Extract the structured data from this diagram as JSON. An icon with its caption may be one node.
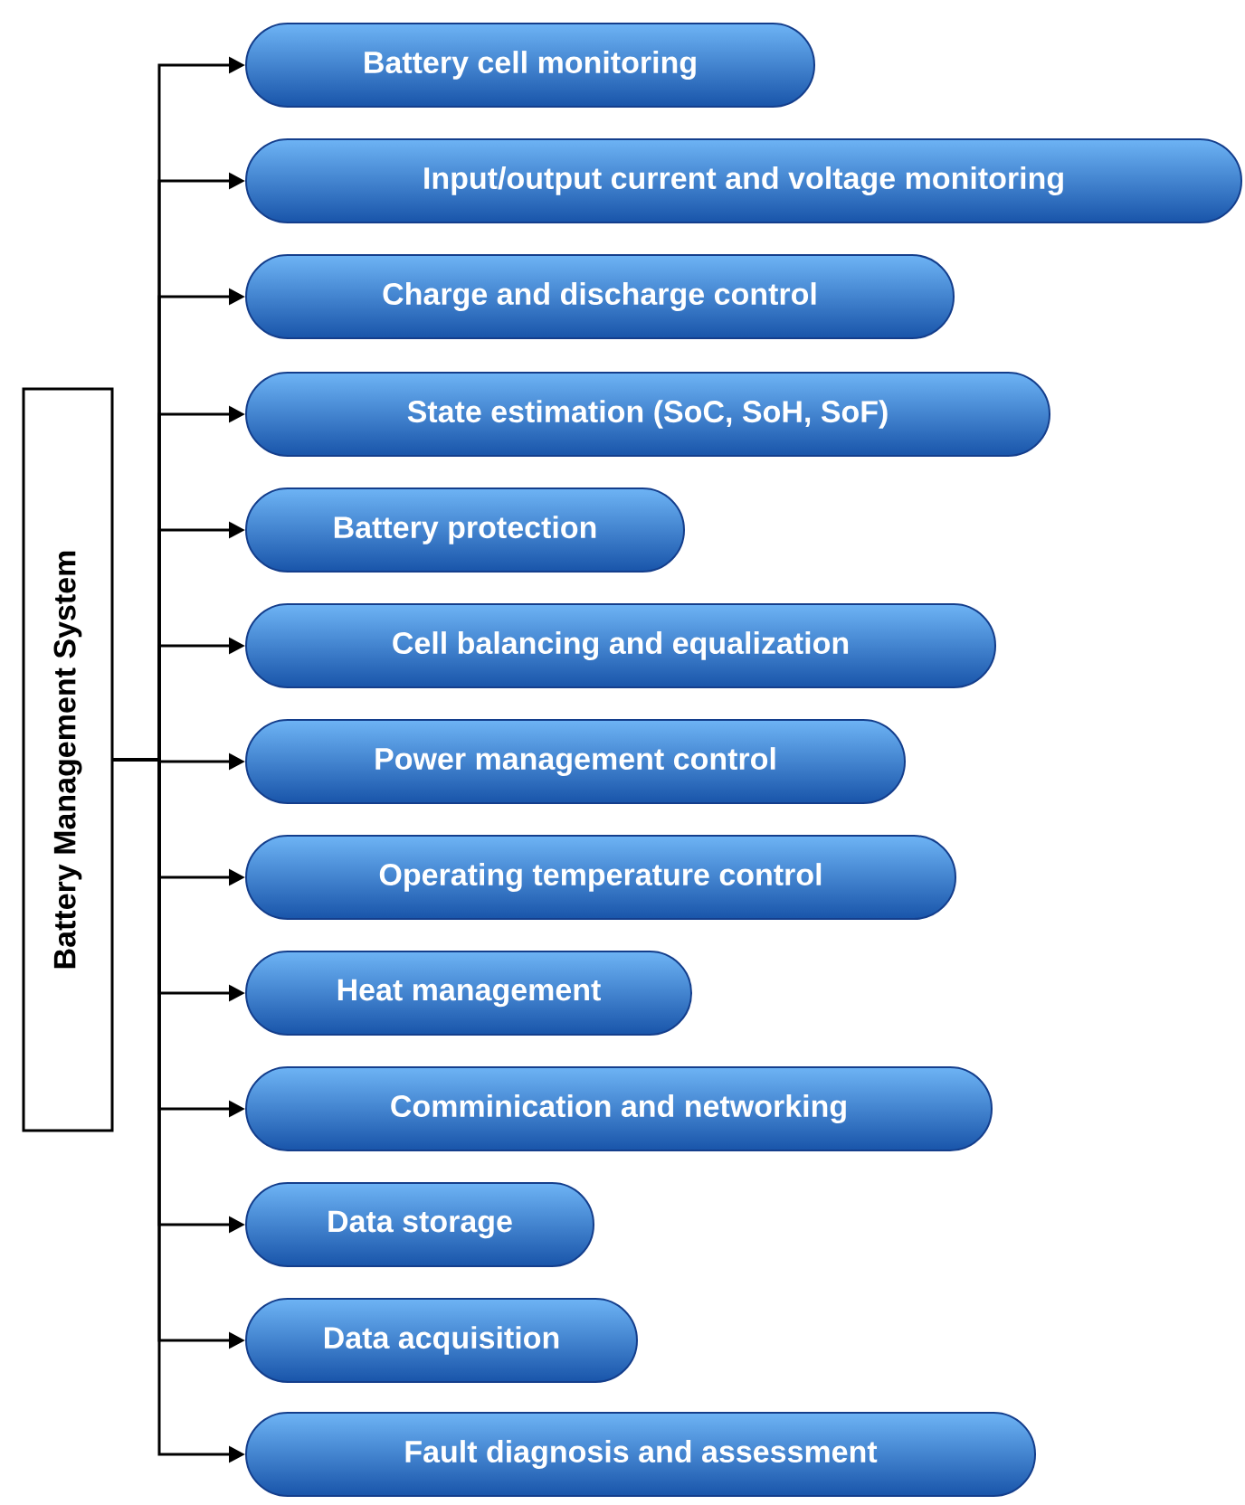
{
  "diagram": {
    "nodes": [
      {
        "text": [
          "Battery Management System"
        ]
      },
      {
        "text": [
          "Battery cell monitoring"
        ]
      },
      {
        "text": [
          "Input/output current and voltage monitoring"
        ]
      },
      {
        "text": [
          "Charge and discharge control"
        ]
      },
      {
        "text": [
          "State estimation (SoC, SoH, SoF)"
        ]
      },
      {
        "text": [
          "Battery protection"
        ]
      },
      {
        "text": [
          "Cell balancing and equalization"
        ]
      },
      {
        "text": [
          "Power management control"
        ]
      },
      {
        "text": [
          "Operating temperature control"
        ]
      },
      {
        "text": [
          "Heat management"
        ]
      },
      {
        "text": [
          "Comminication and networking"
        ]
      },
      {
        "text": [
          "Data storage"
        ]
      },
      {
        "text": [
          "Data acquisition"
        ]
      },
      {
        "text": [
          "Fault diagnosis and assessment"
        ]
      }
    ],
    "edges": [
      {
        "from": 0,
        "to": 1,
        "arrow": "to"
      },
      {
        "from": 0,
        "to": 2,
        "arrow": "to"
      },
      {
        "from": 0,
        "to": 3,
        "arrow": "to"
      },
      {
        "from": 0,
        "to": 4,
        "arrow": "to"
      },
      {
        "from": 0,
        "to": 5,
        "arrow": "to"
      },
      {
        "from": 0,
        "to": 6,
        "arrow": "to"
      },
      {
        "from": 0,
        "to": 7,
        "arrow": "to"
      },
      {
        "from": 0,
        "to": 8,
        "arrow": "to"
      },
      {
        "from": 0,
        "to": 9,
        "arrow": "to"
      },
      {
        "from": 0,
        "to": 10,
        "arrow": "to"
      },
      {
        "from": 0,
        "to": 11,
        "arrow": "to"
      },
      {
        "from": 0,
        "to": 12,
        "arrow": "to"
      },
      {
        "from": 0,
        "to": 13,
        "arrow": "to"
      }
    ]
  }
}
